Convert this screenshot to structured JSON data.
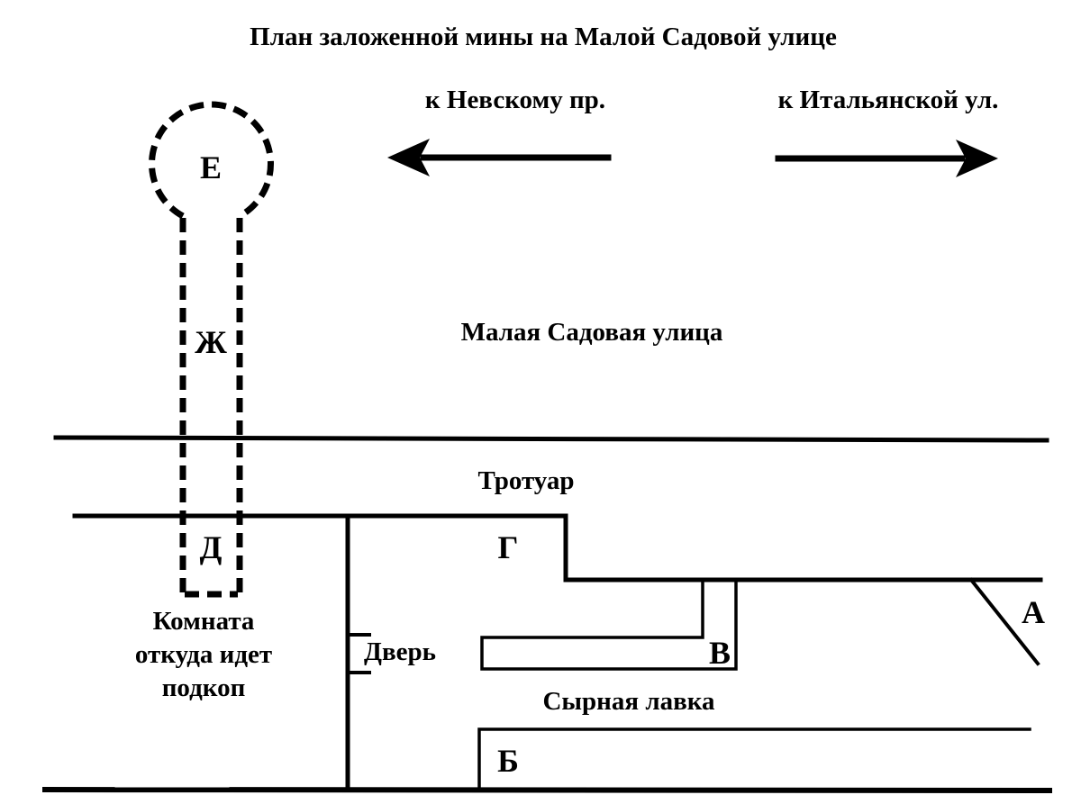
{
  "title": "План заложенной мины на Малой Садовой улице",
  "directions": {
    "left": {
      "label": "к Невскому пр.",
      "arrow": "arrow-left"
    },
    "right": {
      "label": "к Итальянской ул.",
      "arrow": "arrow-right"
    }
  },
  "street": "Малая Садовая улица",
  "sidewalk": "Тротуар",
  "room": {
    "line1": "Комната",
    "line2": "откуда идет",
    "line3": "подкоп"
  },
  "door": "Дверь",
  "shop": "Сырная лавка",
  "points": {
    "A": "А",
    "B": "Б",
    "V": "В",
    "G": "Г",
    "D": "Д",
    "E": "Е",
    "ZH": "Ж"
  },
  "colors": {
    "ink": "#000000",
    "background": "#ffffff"
  }
}
